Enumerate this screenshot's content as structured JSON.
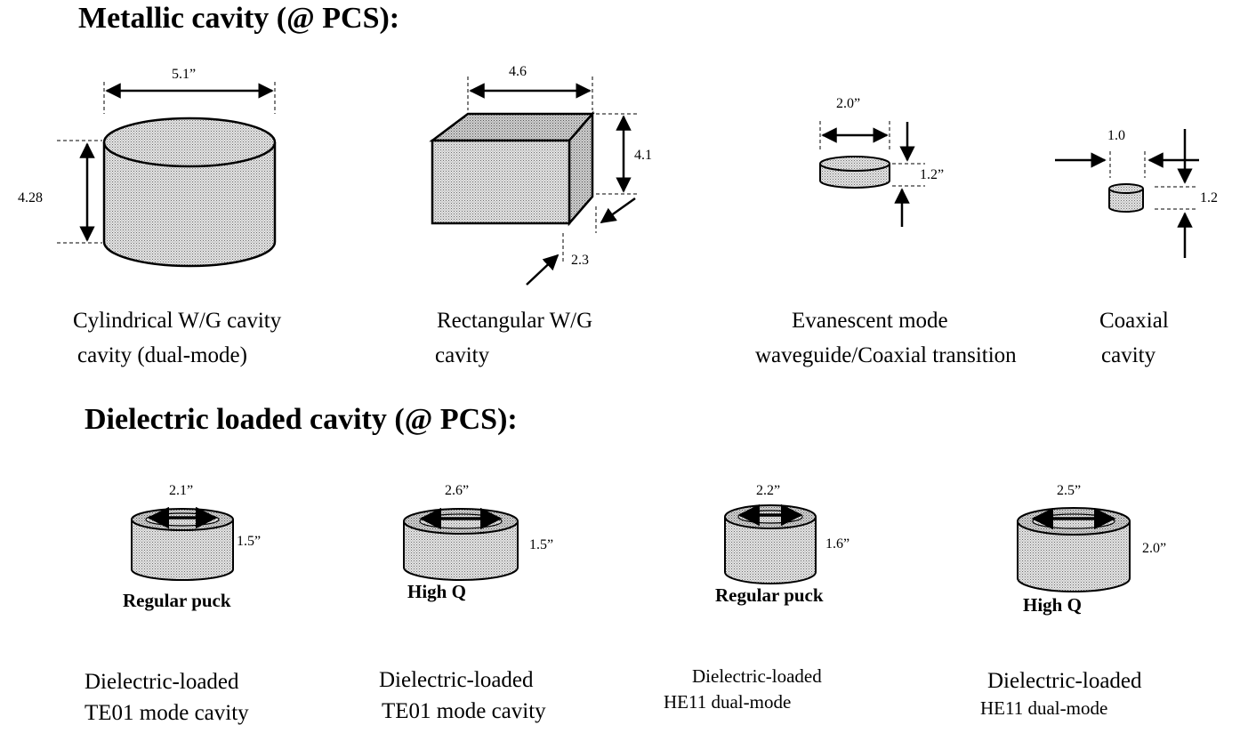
{
  "headings": {
    "metallic": "Metallic cavity (@ PCS):",
    "dielectric": "Dielectric loaded cavity (@ PCS):"
  },
  "metallic": {
    "cylindrical": {
      "width": "5.1”",
      "height": "4.28",
      "caption_line1": "Cylindrical W/G cavity",
      "caption_line2": "cavity  (dual-mode)"
    },
    "rectangular": {
      "width": "4.6",
      "height": "4.1",
      "depth": "2.3",
      "caption_line1": "Rectangular W/G",
      "caption_line2": "cavity"
    },
    "evanescent": {
      "width": "2.0”",
      "height": "1.2”",
      "caption_line1": "Evanescent mode",
      "caption_line2": "waveguide/Coaxial transition"
    },
    "coaxial": {
      "width": "1.0",
      "height": "1.2",
      "caption_line1": "Coaxial",
      "caption_line2": "cavity"
    }
  },
  "dielectric": [
    {
      "width": "2.1”",
      "height": "1.5”",
      "label": "Regular puck",
      "caption_line1": "Dielectric-loaded",
      "caption_line2": "TE01 mode cavity"
    },
    {
      "width": "2.6”",
      "height": "1.5”",
      "label": "High Q",
      "caption_line1": "Dielectric-loaded",
      "caption_line2": "TE01 mode cavity"
    },
    {
      "width": "2.2”",
      "height": "1.6”",
      "label": "Regular puck",
      "caption_line1": "Dielectric-loaded",
      "caption_line2": "HE11 dual-mode"
    },
    {
      "width": "2.5”",
      "height": "2.0”",
      "label": "High Q",
      "caption_line1": "Dielectric-loaded",
      "caption_line2": "HE11 dual-mode"
    }
  ]
}
